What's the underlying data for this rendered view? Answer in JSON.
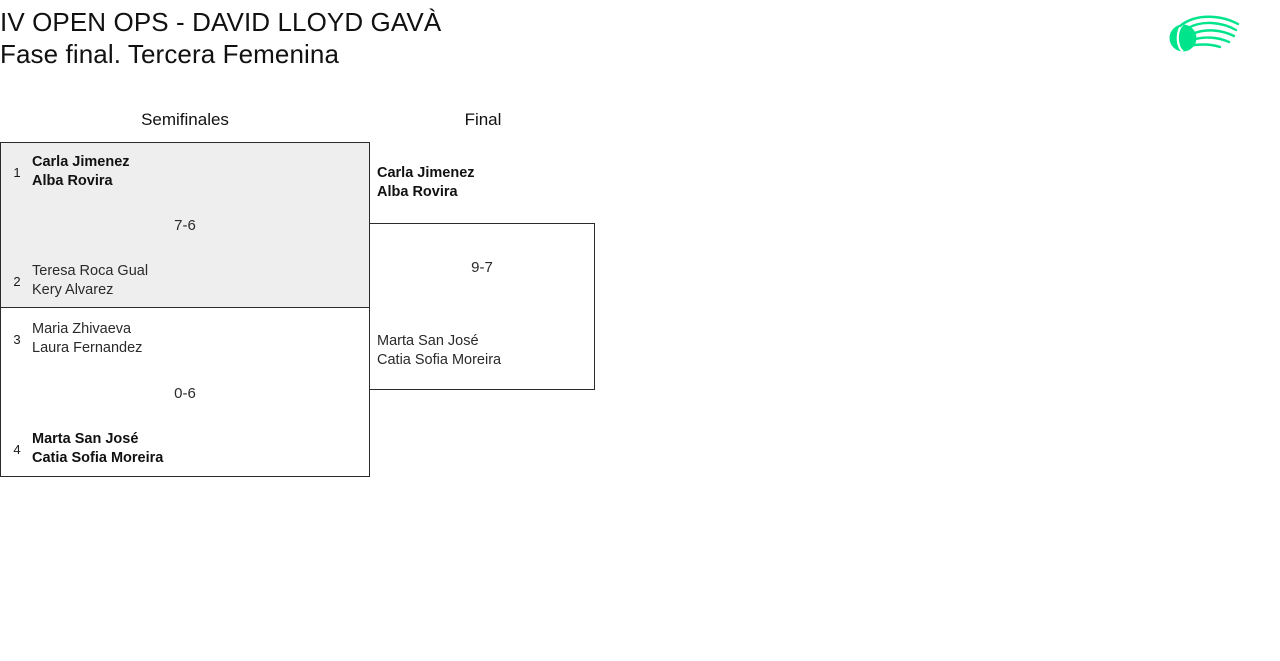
{
  "header": {
    "tournament_title": "IV OPEN OPS - DAVID LLOYD GAVÀ",
    "phase_title": "Fase final. Tercera Femenina",
    "logo_name": "tennis-ball-swoosh-logo",
    "logo_color": "#00E58C"
  },
  "bracket": {
    "rounds": [
      {
        "label": "Semifinales"
      },
      {
        "label": "Final"
      }
    ],
    "semifinals": [
      {
        "score": "7-6",
        "top": {
          "seed": "1",
          "player1": "Carla Jimenez",
          "player2": "Alba Rovira",
          "winner": true
        },
        "bottom": {
          "seed": "2",
          "player1": "Teresa Roca Gual",
          "player2": "Kery Alvarez",
          "winner": false
        }
      },
      {
        "score": "0-6",
        "top": {
          "seed": "3",
          "player1": "Maria Zhivaeva",
          "player2": "Laura Fernandez",
          "winner": false
        },
        "bottom": {
          "seed": "4",
          "player1": "Marta San José",
          "player2": "Catia Sofia Moreira",
          "winner": true
        }
      }
    ],
    "final": {
      "score": "9-7",
      "top": {
        "player1": "Carla Jimenez",
        "player2": "Alba Rovira",
        "winner": true
      },
      "bottom": {
        "player1": "Marta San José",
        "player2": "Catia Sofia Moreira",
        "winner": false
      }
    }
  }
}
